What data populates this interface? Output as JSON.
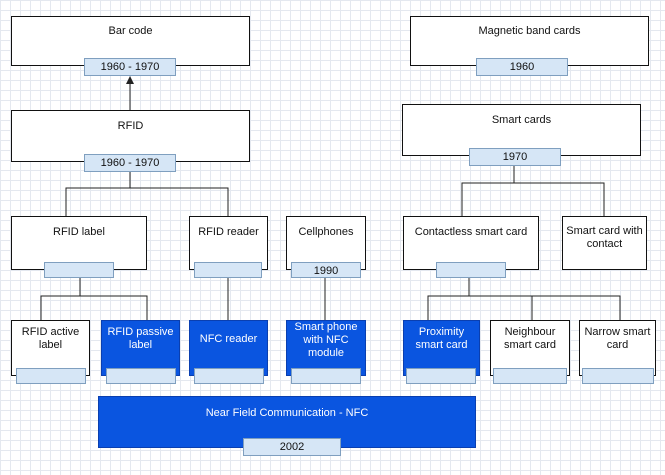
{
  "nodes": {
    "bar_code": {
      "label": "Bar code",
      "tag": "1960 - 1970"
    },
    "rfid": {
      "label": "RFID",
      "tag": "1960 - 1970"
    },
    "rfid_label": {
      "label": "RFID label",
      "tag": ""
    },
    "rfid_reader": {
      "label": "RFID reader",
      "tag": ""
    },
    "cellphones": {
      "label": "Cellphones",
      "tag": "1990"
    },
    "rfid_active": {
      "label": "RFID active label",
      "tag": ""
    },
    "rfid_passive": {
      "label": "RFID passive label",
      "tag": ""
    },
    "nfc_reader": {
      "label": "NFC reader",
      "tag": ""
    },
    "smartphone_nfc": {
      "label": "Smart phone with NFC module",
      "tag": ""
    },
    "magnetic": {
      "label": "Magnetic band cards",
      "tag": "1960"
    },
    "smart_cards": {
      "label": "Smart cards",
      "tag": "1970"
    },
    "contactless": {
      "label": "Contactless smart card",
      "tag": ""
    },
    "smart_contact": {
      "label": "Smart card with contact",
      "tag": ""
    },
    "proximity": {
      "label": "Proximity smart card",
      "tag": ""
    },
    "neighbour": {
      "label": "Neighbour smart card",
      "tag": ""
    },
    "narrow": {
      "label": "Narrow smart card",
      "tag": ""
    },
    "nfc": {
      "label": "Near Field Communication - NFC",
      "tag": "2002"
    }
  },
  "colors": {
    "highlight": "#0a55e0",
    "tag_fill": "#d6e6f6",
    "grid": "#e4e8ef"
  }
}
